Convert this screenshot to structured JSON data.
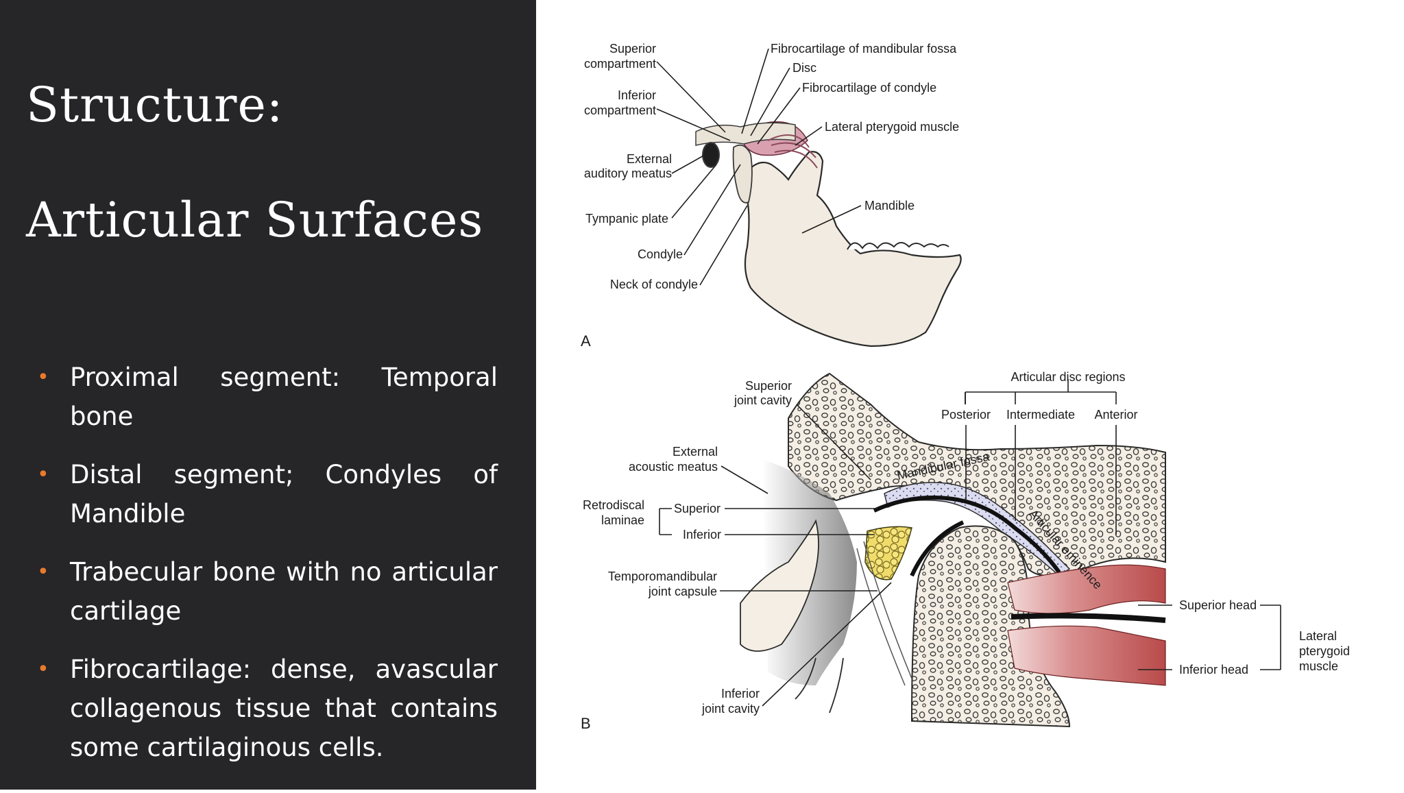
{
  "slide": {
    "title_line1": "Structure:",
    "title_line2": "Articular Surfaces",
    "accent_color": "#e77a2c",
    "panel_color": "#262528",
    "bullets": [
      "Proximal segment: Temporal bone",
      "Distal segment; Condyles of Mandible",
      "Trabecular bone with no articular cartilage",
      "Fibrocartilage: dense, avascular collagenous tissue that contains some cartilaginous cells."
    ]
  },
  "figure": {
    "panel_a": {
      "letter": "A",
      "labels": {
        "superior_compartment_1": "Superior",
        "superior_compartment_2": "compartment",
        "inferior_compartment_1": "Inferior",
        "inferior_compartment_2": "compartment",
        "external_auditory_1": "External",
        "external_auditory_2": "auditory meatus",
        "tympanic_plate": "Tympanic plate",
        "condyle": "Condyle",
        "neck_of_condyle": "Neck of condyle",
        "fibrocartilage_fossa": "Fibrocartilage of mandibular fossa",
        "disc": "Disc",
        "fibrocartilage_condyle": "Fibrocartilage of condyle",
        "lateral_pterygoid": "Lateral pterygoid muscle",
        "mandible": "Mandible"
      }
    },
    "panel_b": {
      "letter": "B",
      "labels": {
        "superior_joint_cavity_1": "Superior",
        "superior_joint_cavity_2": "joint cavity",
        "articular_disc_regions": "Articular disc regions",
        "posterior": "Posterior",
        "intermediate": "Intermediate",
        "anterior": "Anterior",
        "external_acoustic_1": "External",
        "external_acoustic_2": "acoustic meatus",
        "mandibular_fossa": "Mandibular fossa",
        "articular_eminence": "Articular eminence",
        "retrodiscal_1": "Retrodiscal",
        "retrodiscal_2": "laminae",
        "superior": "Superior",
        "inferior": "Inferior",
        "tmj_capsule_1": "Temporomandibular",
        "tmj_capsule_2": "joint capsule",
        "superior_head": "Superior head",
        "inferior_head": "Inferior head",
        "lateral_pterygoid_1": "Lateral",
        "lateral_pterygoid_2": "pterygoid",
        "lateral_pterygoid_3": "muscle",
        "inferior_joint_cavity_1": "Inferior",
        "inferior_joint_cavity_2": "joint cavity"
      }
    }
  }
}
